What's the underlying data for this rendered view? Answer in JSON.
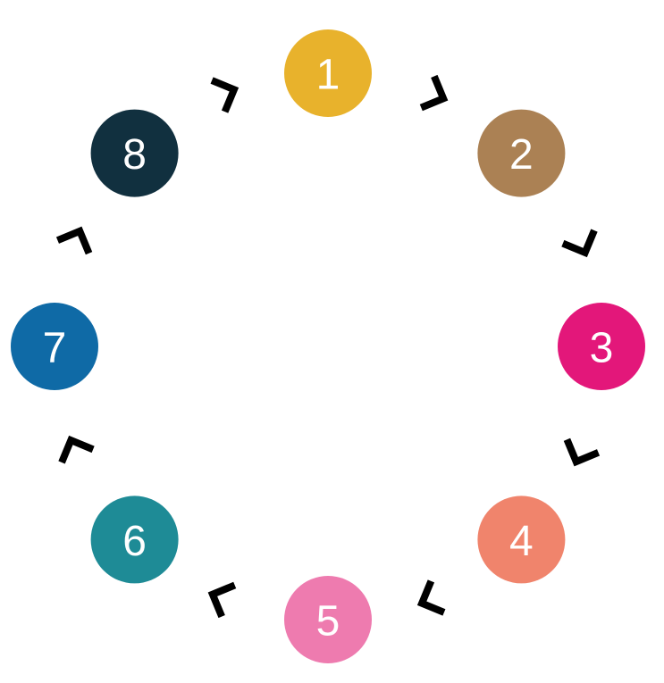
{
  "cycle": {
    "nodes": [
      {
        "label": "1",
        "color": "#E8B22C"
      },
      {
        "label": "2",
        "color": "#AB8154"
      },
      {
        "label": "3",
        "color": "#E3177A"
      },
      {
        "label": "4",
        "color": "#F0846C"
      },
      {
        "label": "5",
        "color": "#EE7BAF"
      },
      {
        "label": "6",
        "color": "#1E8B96"
      },
      {
        "label": "7",
        "color": "#0F6AA6"
      },
      {
        "label": "8",
        "color": "#11303F"
      }
    ],
    "connector_icon": "chevron-right-icon",
    "direction": "clockwise"
  }
}
